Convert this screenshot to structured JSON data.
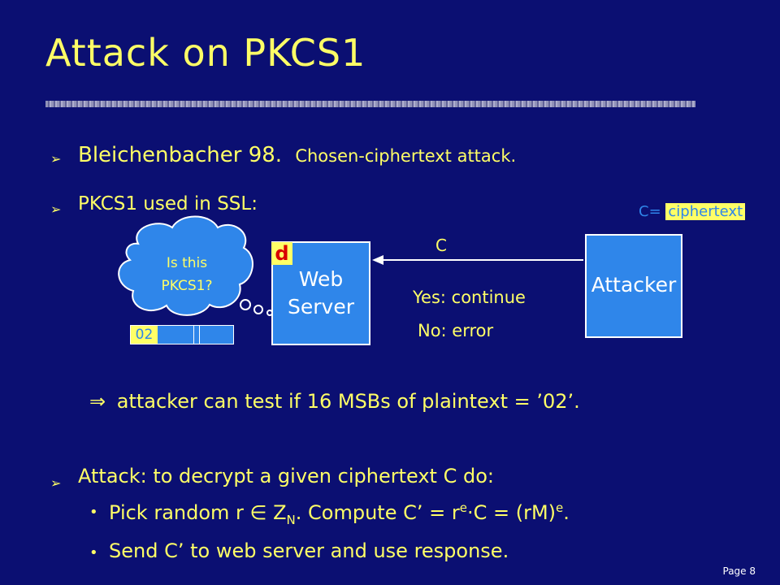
{
  "slide": {
    "title": "Attack on PKCS1",
    "page": "Page 8"
  },
  "bullets": {
    "b1_main": "Bleichenbacher 98.",
    "b1_note": "Chosen-ciphertext attack.",
    "b2": "PKCS1 used in SSL:",
    "implication_symbol": "⇒",
    "implication": "attacker can test if 16 MSBs of plaintext = ’02’.",
    "b3": "Attack:  to decrypt a given ciphertext C do:",
    "sub1_a": "Pick random  r ",
    "sub1_in": "∈",
    "sub1_z": " Z",
    "sub1_n": "N",
    "sub1_b": ".   Compute  C’ = r",
    "sub1_e1": "e",
    "sub1_dot": "⋅",
    "sub1_c": "C   = (rM)",
    "sub1_e2": "e",
    "sub1_end": ".",
    "sub2": "Send  C’  to web server and use response."
  },
  "diagram": {
    "cloud_text_1": "Is this",
    "cloud_text_2": "PKCS1?",
    "packet_prefix": "02",
    "d_label": "d",
    "server_line_1": "Web",
    "server_line_2": "Server",
    "attacker": "Attacker",
    "c_eq": "C=",
    "ciphertext": "ciphertext",
    "arrow_c": "C",
    "yes": "Yes: continue",
    "no": "No: error"
  },
  "colors": {
    "background": "#0b0f72",
    "text": "#ffff66",
    "box": "#2f86ea",
    "d_text": "#d80000"
  }
}
